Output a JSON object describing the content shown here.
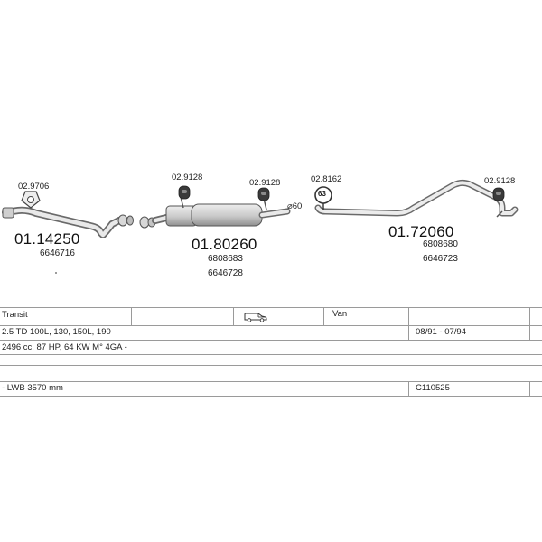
{
  "parts": {
    "p1": {
      "clamp": "02.9706",
      "number": "01.14250",
      "oem": [
        "6646716"
      ]
    },
    "p2": {
      "hanger_left": "02.9128",
      "hanger_right": "02.9128",
      "number": "01.80260",
      "oem": [
        "6808683",
        "6646728"
      ],
      "diameter": "⌀60"
    },
    "p3": {
      "hanger_left": "02.8162",
      "ring_badge": "63",
      "hanger_right": "02.9128",
      "number": "01.72060",
      "oem": [
        "6808680",
        "6646723"
      ]
    }
  },
  "table": {
    "model": "Transit",
    "body_type": "Van",
    "engine_desc": "2.5 TD 100L, 130, 150L, 190",
    "years": "08/91 - 07/94",
    "engine_spec": "2496 cc, 87 HP, 64 KW  M° 4GA -",
    "wheelbase": "- LWB 3570 mm",
    "code": "C110525",
    "van_icon": "van-icon"
  },
  "colors": {
    "line": "#9a9a9a",
    "part_stroke": "#555555",
    "part_fill": "#e2e2e2",
    "hanger_fill": "#3a3a3a"
  }
}
